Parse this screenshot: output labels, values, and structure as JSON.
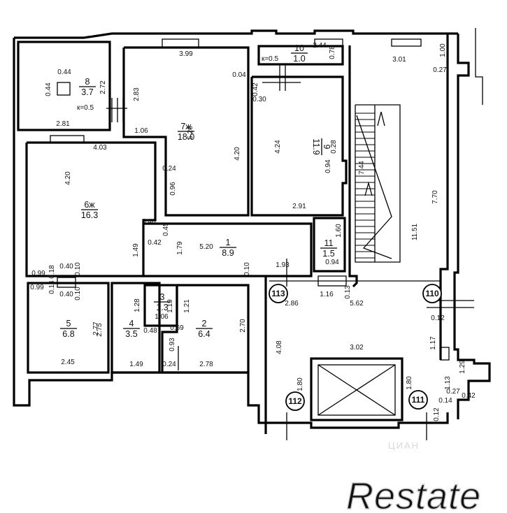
{
  "rooms": [
    {
      "id": "r8",
      "number": "8",
      "area": "3.7"
    },
    {
      "id": "r7",
      "number": "7ж",
      "area": "18.0"
    },
    {
      "id": "r10",
      "number": "10",
      "area": "1.0"
    },
    {
      "id": "r9",
      "number": "9",
      "area": "11.9"
    },
    {
      "id": "r6",
      "number": "6ж",
      "area": "16.3"
    },
    {
      "id": "r1",
      "number": "1",
      "area": "8.9"
    },
    {
      "id": "r11",
      "number": "11",
      "area": "1.5"
    },
    {
      "id": "r3",
      "number": "3",
      "area": "1.3"
    },
    {
      "id": "r5",
      "number": "5",
      "area": "6.8"
    },
    {
      "id": "r4",
      "number": "4",
      "area": "3.5"
    },
    {
      "id": "r2",
      "number": "2",
      "area": "6.4"
    }
  ],
  "dimensions": [
    "0.44",
    "0.44",
    "2.72",
    "к=0.5",
    "2.81",
    "3.99",
    "0.04",
    "2.83",
    "1.06",
    "5.26",
    "4.20",
    "0.24",
    "0.96",
    "к=0.5",
    "2.44",
    "0.78",
    "0.42",
    "0.30",
    "4.24",
    "0.28",
    "0.94",
    "2.91",
    "3.01",
    "1.00",
    "0.27",
    "7.44",
    "7.70",
    "11.51",
    "4.03",
    "4.20",
    "0.46",
    "0.45",
    "0.42",
    "1.49",
    "1.79",
    "5.20",
    "1.60",
    "1.93",
    "0.10",
    "0.94",
    "0.99",
    "0.40",
    "0.10",
    "0.18",
    "0.14",
    "0.99",
    "0.40",
    "0.10",
    "1.28",
    "1.19",
    "1.21",
    "1.06",
    "2.75",
    "2.77",
    "0.48",
    "0.69",
    "2.70",
    "0.93",
    "2.45",
    "1.49",
    "0.24",
    "2.78",
    "1.16",
    "0.13",
    "2.86",
    "5.62",
    "0.12",
    "4.08",
    "3.02",
    "1.17",
    "1.29",
    "1.80",
    "1.80",
    "1.13",
    "0.27",
    "0.42",
    "0.14",
    "0.12"
  ],
  "markers": [
    "113",
    "110",
    "112",
    "111"
  ],
  "watermark": {
    "site": "ЦИАН",
    "brand": "Restate"
  }
}
